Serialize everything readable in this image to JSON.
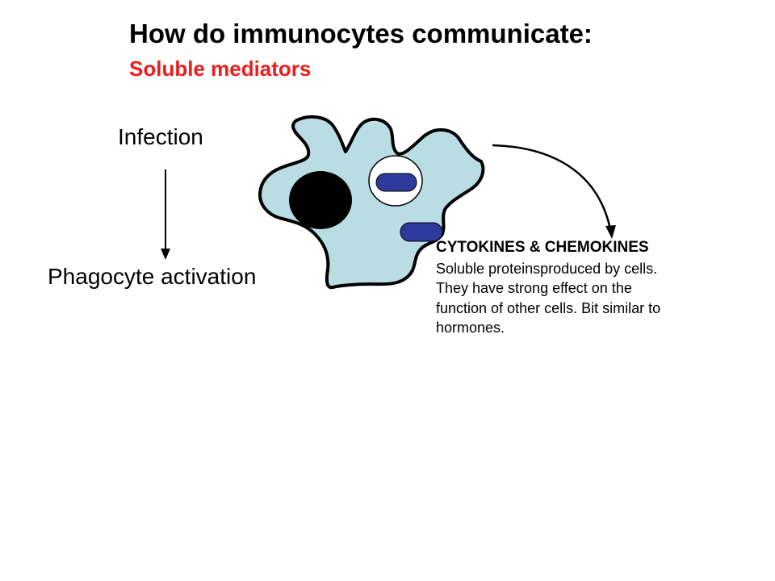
{
  "header": {
    "title": "How do immunocytes communicate:",
    "subtitle": "Soluble mediators"
  },
  "flow": {
    "start_label": "Infection",
    "end_label": "Phagocyte activation"
  },
  "mediators": {
    "heading": "CYTOKINES & CHEMOKINES",
    "description_lines": [
      "Soluble proteinsproduced by cells.",
      "They have strong effect on the",
      "function of other cells. Bit similar to",
      "hormones."
    ]
  },
  "colors": {
    "title": "#000000",
    "subtitle": "#ee1c1c",
    "cell_fill": "#b9dde3",
    "cell_outline": "#000000",
    "nucleus": "#000000",
    "granule": "#2e3a9e",
    "vacuole": "#ffffff"
  }
}
